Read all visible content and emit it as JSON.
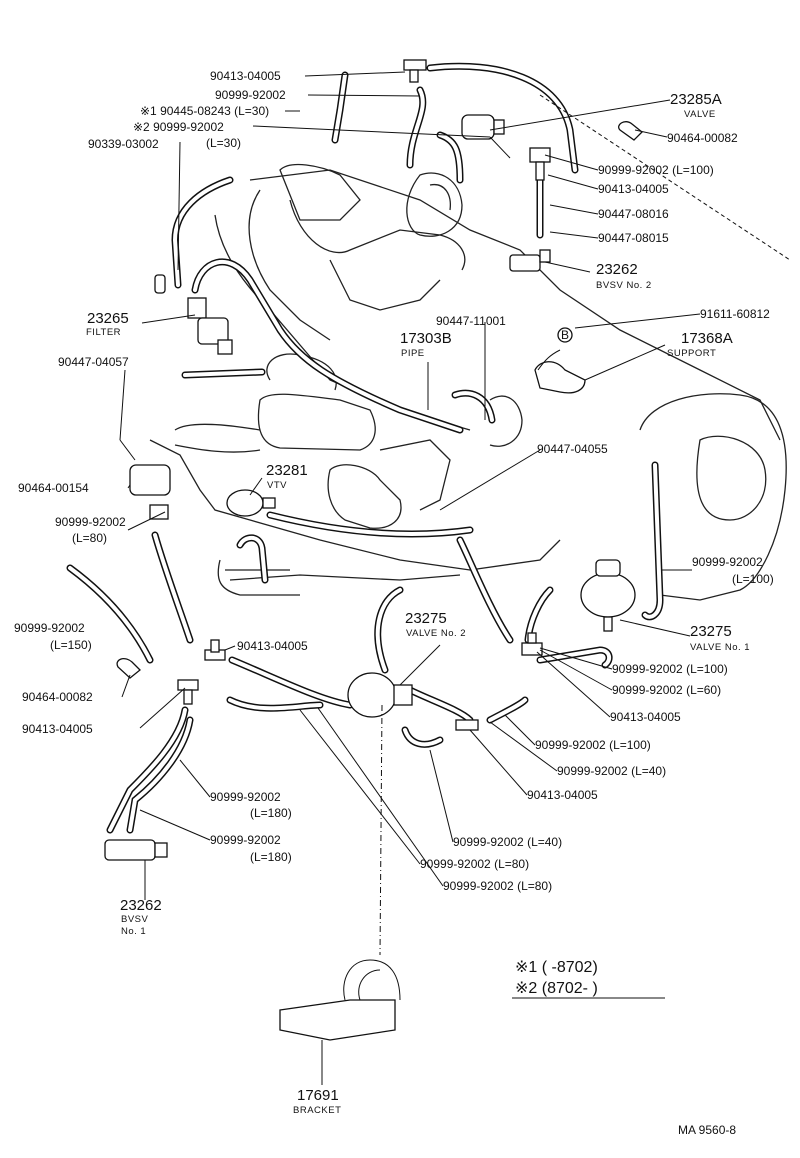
{
  "labels": {
    "p90413_top": "90413-04005",
    "p90999_top": "90999-92002",
    "p_mark1": "※1 90445-08243  (L=30)",
    "p_mark2": "※2 90999-92002",
    "p_mark2_len": "(L=30)",
    "p90339": "90339-03002",
    "p23285A": "23285A",
    "p23285A_sub": "VALVE",
    "p90464_top": "90464-00082",
    "p90999_100a": "90999-92002 (L=100)",
    "p90413_mid": "90413-04005",
    "p90447_08016": "90447-08016",
    "p90447_08015": "90447-08015",
    "p23262_top": "23262",
    "p23262_top_sub": "BVSV  No. 2",
    "p23265": "23265",
    "p23265_sub": "FILTER",
    "p90447_11001": "90447-11001",
    "p91611": "91611-60812",
    "p17303B": "17303B",
    "p17303B_sub": "PIPE",
    "p17368A": "17368A",
    "p17368A_sub": "SUPPORT",
    "p90447_04057": "90447-04057",
    "p90447_04055": "90447-04055",
    "p23281": "23281",
    "p23281_sub": "VTV",
    "p90464_00154": "90464-00154",
    "p90999_l80a": "90999-92002",
    "p90999_l80a_len": "(L=80)",
    "p90999_l100b": "90999-92002",
    "p90999_l100b_len": "(L=100)",
    "p90999_l150": "90999-92002",
    "p90999_l150_len": "(L=150)",
    "p90413_left": "90413-04005",
    "p23275_v2": "23275",
    "p23275_v2_sub": "VALVE No. 2",
    "p23275_v1": "23275",
    "p23275_v1_sub": "VALVE No. 1",
    "p90464_left": "90464-00082",
    "p90999_100c": "90999-92002 (L=100)",
    "p90999_60": "90999-92002 (L=60)",
    "p90413_left2": "90413-04005",
    "p90413_right": "90413-04005",
    "p90999_100d": "90999-92002 (L=100)",
    "p90999_40a": "90999-92002 (L=40)",
    "p90999_180a": "90999-92002",
    "p90999_180a_len": "(L=180)",
    "p90413_bottom": "90413-04005",
    "p90999_180b": "90999-92002",
    "p90999_180b_len": "(L=180)",
    "p90999_40b": "90999-92002 (L=40)",
    "p90999_80b": "90999-92002 (L=80)",
    "p23262_bot": "23262",
    "p23262_bot_sub1": "BVSV",
    "p23262_bot_sub2": "No. 1",
    "p90999_80c": "90999-92002 (L=80)",
    "p17691": "17691",
    "p17691_sub": "BRACKET",
    "bubble_b": "B"
  },
  "notes": {
    "note1": "※1 (        -8702)",
    "note2": "※2 (8702-        )"
  },
  "code": "MA  9560-8"
}
